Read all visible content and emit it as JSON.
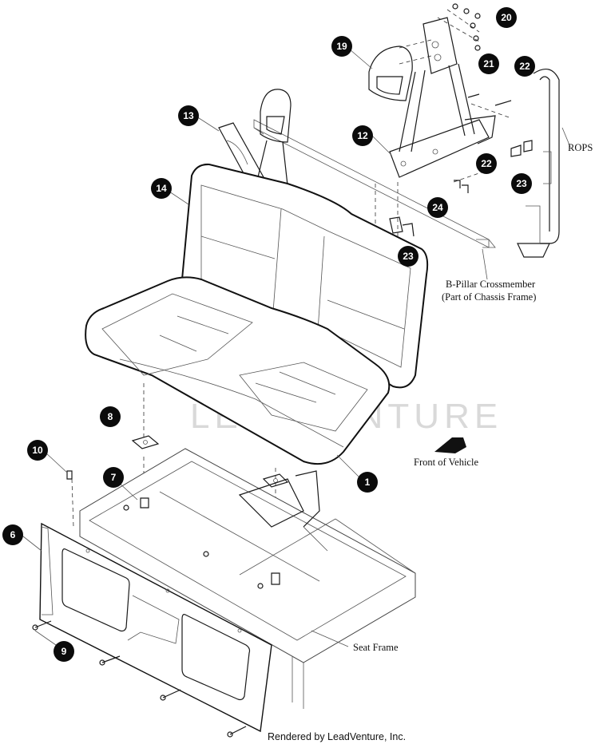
{
  "diagram": {
    "callouts": [
      "20",
      "19",
      "21",
      "22",
      "13",
      "12",
      "14",
      "22",
      "24",
      "23",
      "23",
      "8",
      "10",
      "7",
      "1",
      "6",
      "9"
    ],
    "labels": {
      "rops": "ROPS",
      "crossmember_line1": "B-Pillar Crossmember",
      "crossmember_line2": "(Part of Chassis Frame)",
      "front": "Front of Vehicle",
      "seat_frame": "Seat Frame"
    },
    "watermark": "LEADVENTURE",
    "credit": "Rendered by LeadVenture, Inc."
  }
}
